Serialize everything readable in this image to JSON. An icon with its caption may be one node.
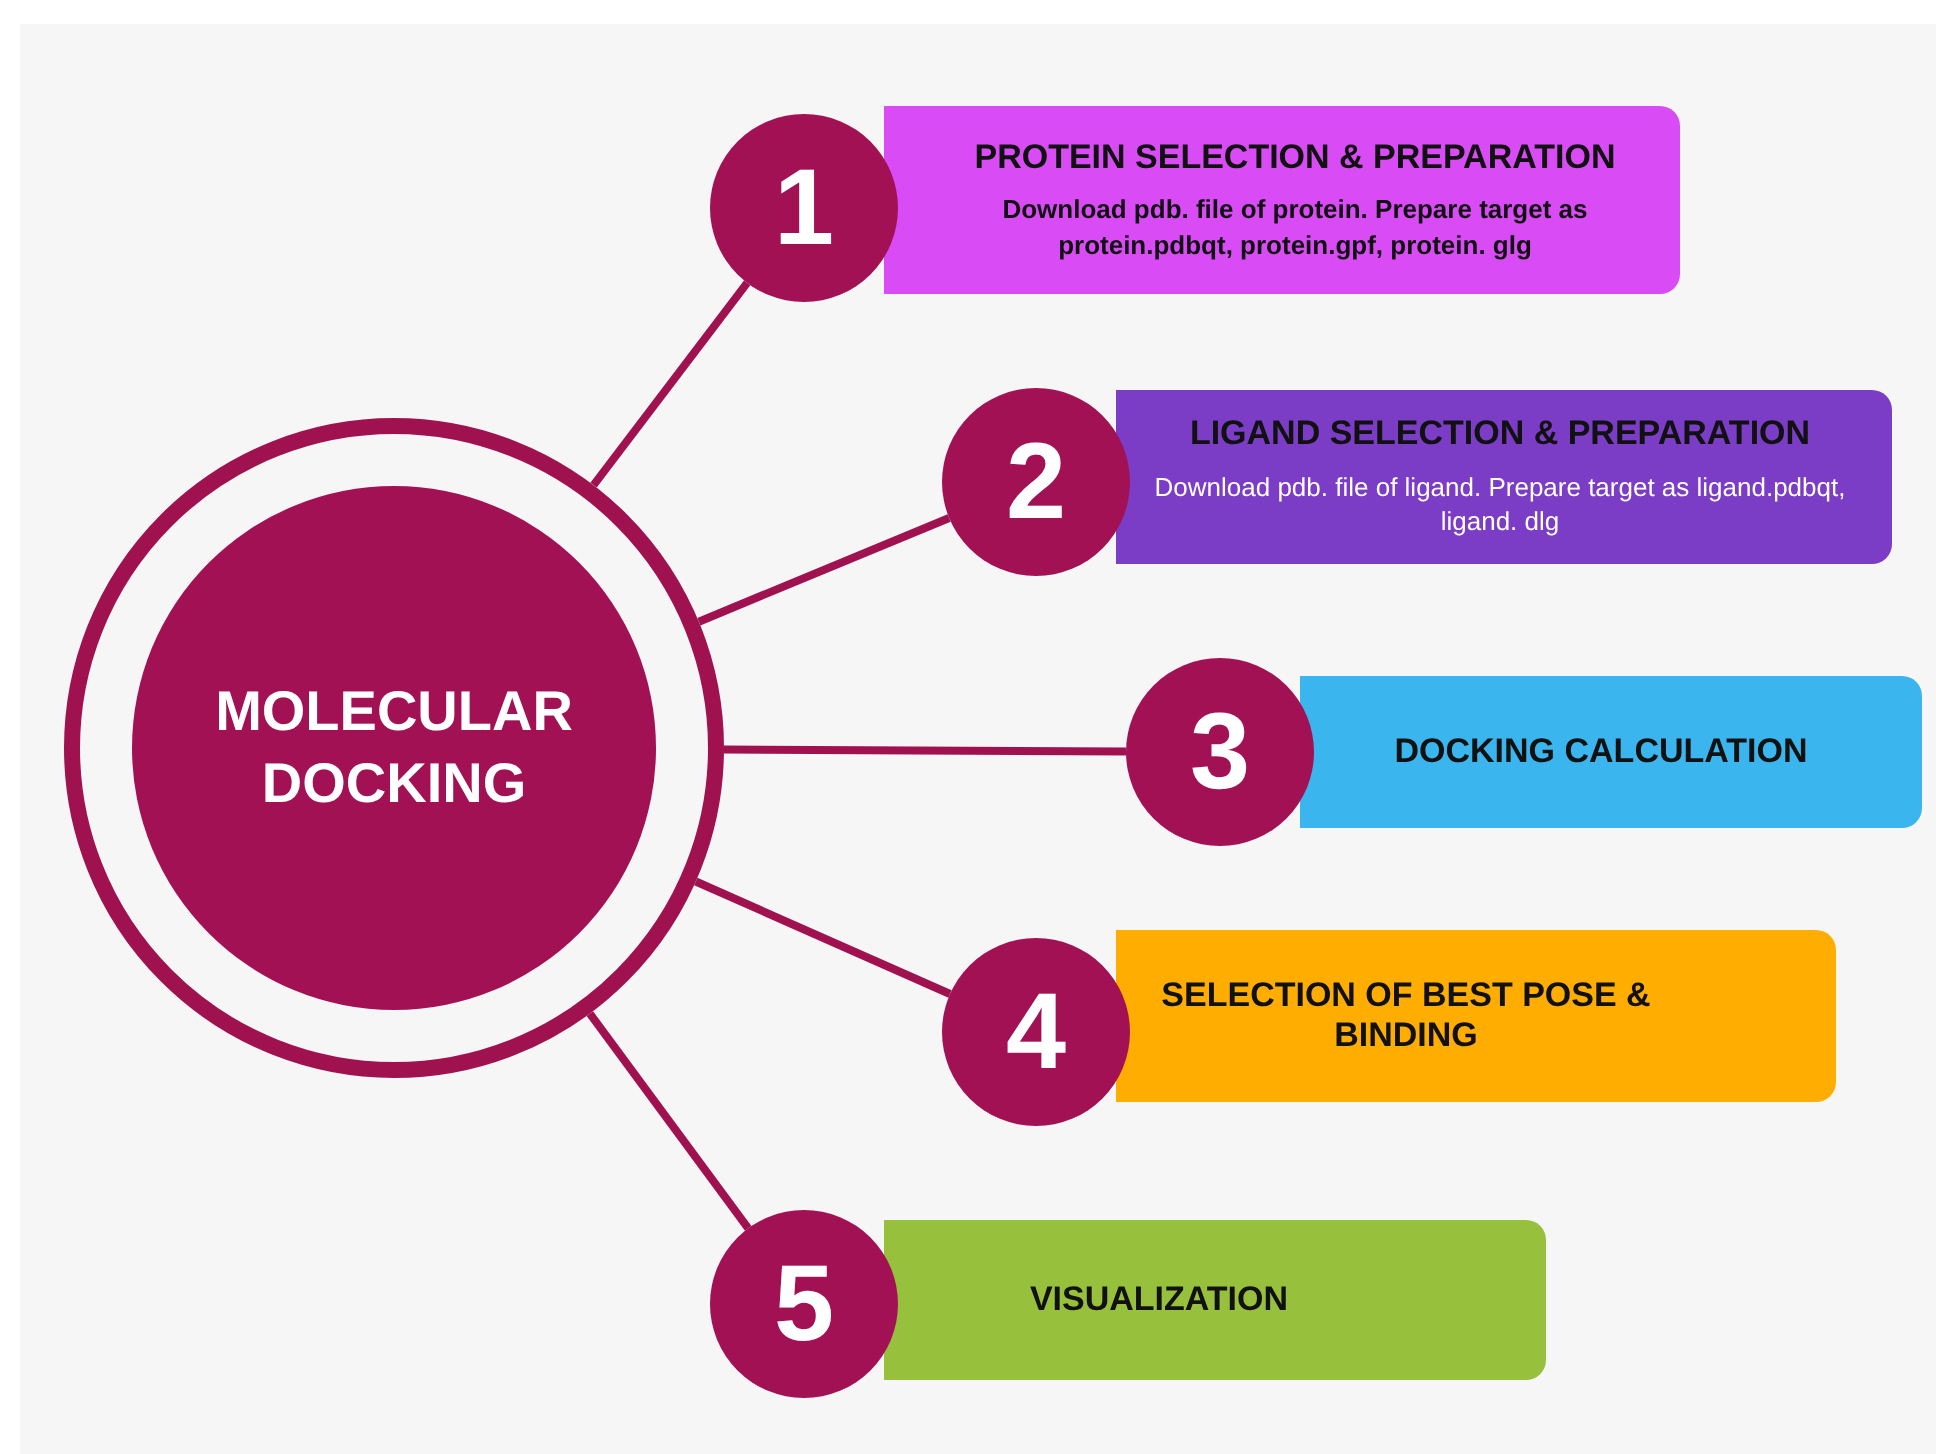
{
  "diagram": {
    "nodes": [
      {
        "text": [
          "MOLECULAR DOCKING"
        ]
      },
      {
        "text": [
          "1"
        ]
      },
      {
        "text": [
          "PROTEIN SELECTION & PREPARATION",
          "Download pdb. file of protein. Prepare target as protein.pdbqt, protein.gpf, protein. glg"
        ]
      },
      {
        "text": [
          "2"
        ]
      },
      {
        "text": [
          "LIGAND SELECTION & PREPARATION",
          "Download pdb. file of ligand. Prepare target as ligand.pdbqt, ligand. dlg"
        ]
      },
      {
        "text": [
          "3"
        ]
      },
      {
        "text": [
          "DOCKING CALCULATION"
        ]
      },
      {
        "text": [
          "4"
        ]
      },
      {
        "text": [
          "SELECTION OF BEST POSE & BINDING"
        ]
      },
      {
        "text": [
          "5"
        ]
      },
      {
        "text": [
          "VISUALIZATION"
        ]
      }
    ],
    "edges": [
      {
        "from": 0,
        "to": 1,
        "arrow": "none"
      },
      {
        "from": 0,
        "to": 3,
        "arrow": "none"
      },
      {
        "from": 0,
        "to": 5,
        "arrow": "none"
      },
      {
        "from": 0,
        "to": 7,
        "arrow": "none"
      },
      {
        "from": 0,
        "to": 9,
        "arrow": "none"
      }
    ]
  }
}
